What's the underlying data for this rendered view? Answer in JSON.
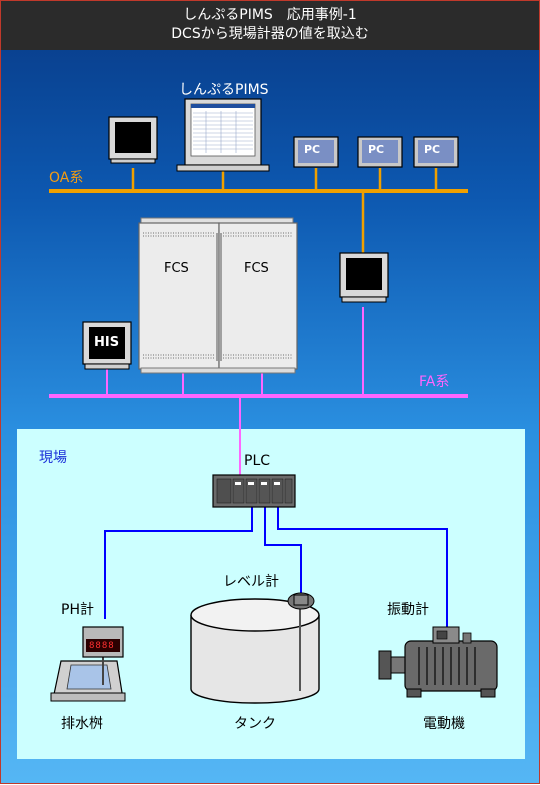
{
  "header": {
    "line1": "しんぷるPIMS　応用事例-1",
    "line2": "DCSから現場計器の値を取込む"
  },
  "pims_label": "しんぷるPIMS",
  "pc_label": "PC",
  "oa_label": "OA系",
  "fa_label": "FA系",
  "fcs_label": "FCS",
  "his_label": "HIS",
  "site_label": "現場",
  "plc_label": "PLC",
  "devices": {
    "ph_meter": "PH計",
    "level_meter": "レベル計",
    "vibration_meter": "振動計",
    "drain_pit": "排水桝",
    "tank": "タンク",
    "motor": "電動機"
  },
  "ph_display": "8888",
  "colors": {
    "oa_bus": "#f0a000",
    "fa_bus": "#ff66ff",
    "signal": "#0000ff"
  }
}
